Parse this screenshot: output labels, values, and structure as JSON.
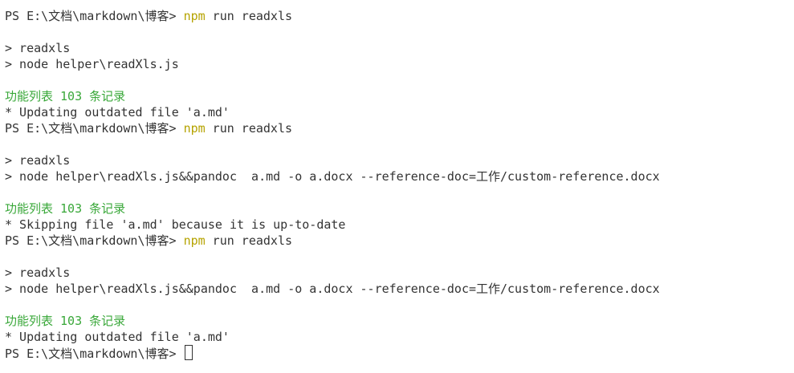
{
  "terminal": {
    "prompt": "PS E:\\文档\\markdown\\博客> ",
    "npm": "npm",
    "run_args": " run readxls",
    "lines": {
      "l02": "> readxls",
      "l03": "> node helper\\readXls.js",
      "l05": "功能列表 103 条记录",
      "l06": "* Updating outdated file 'a.md'",
      "l09": "> readxls",
      "l10": "> node helper\\readXls.js&&pandoc  a.md -o a.docx --reference-doc=工作/custom-reference.docx",
      "l12": "功能列表 103 条记录",
      "l13": "* Skipping file 'a.md' because it is up-to-date",
      "l16": "> readxls",
      "l17": "> node helper\\readXls.js&&pandoc  a.md -o a.docx --reference-doc=工作/custom-reference.docx",
      "l19": "功能列表 103 条记录",
      "l20": "* Updating outdated file 'a.md'"
    }
  },
  "colors": {
    "text": "#333333",
    "npm": "#b5a300",
    "success": "#3aa83a",
    "background": "#ffffff"
  }
}
